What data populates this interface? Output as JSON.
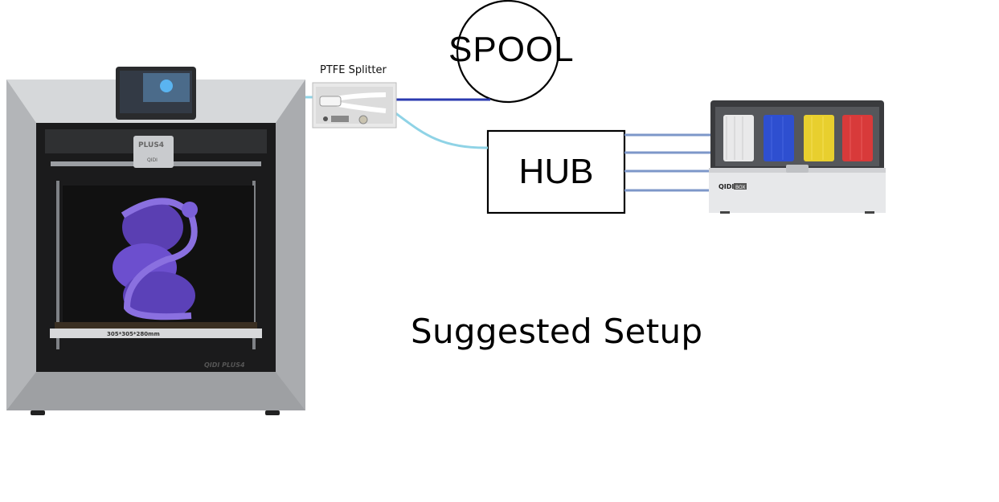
{
  "diagram": {
    "ptfe_label": "PTFE Splitter",
    "spool_label": "SPOOL",
    "hub_label": "HUB",
    "caption": "Suggested Setup",
    "printer_model_label": "PLUS4",
    "printer_brand_label": "QIDI",
    "printer_footer_label": "QIDI PLUS4",
    "bed_size_label": "305*305*280mm",
    "box_brand_label": "QIDI",
    "box_badge_label": "BOX"
  },
  "colors": {
    "tube_light_blue": "#8fd3e6",
    "tube_dark_blue": "#2b3bb0",
    "hub_line_blue": "#7d97c9",
    "spool_white": "#e9e9ea",
    "spool_blue": "#2e4fd0",
    "spool_yellow": "#e8cf2e",
    "spool_red": "#d83a3a",
    "printer_frame": "#bcbec2",
    "print_purple": "#6a4cc7"
  }
}
